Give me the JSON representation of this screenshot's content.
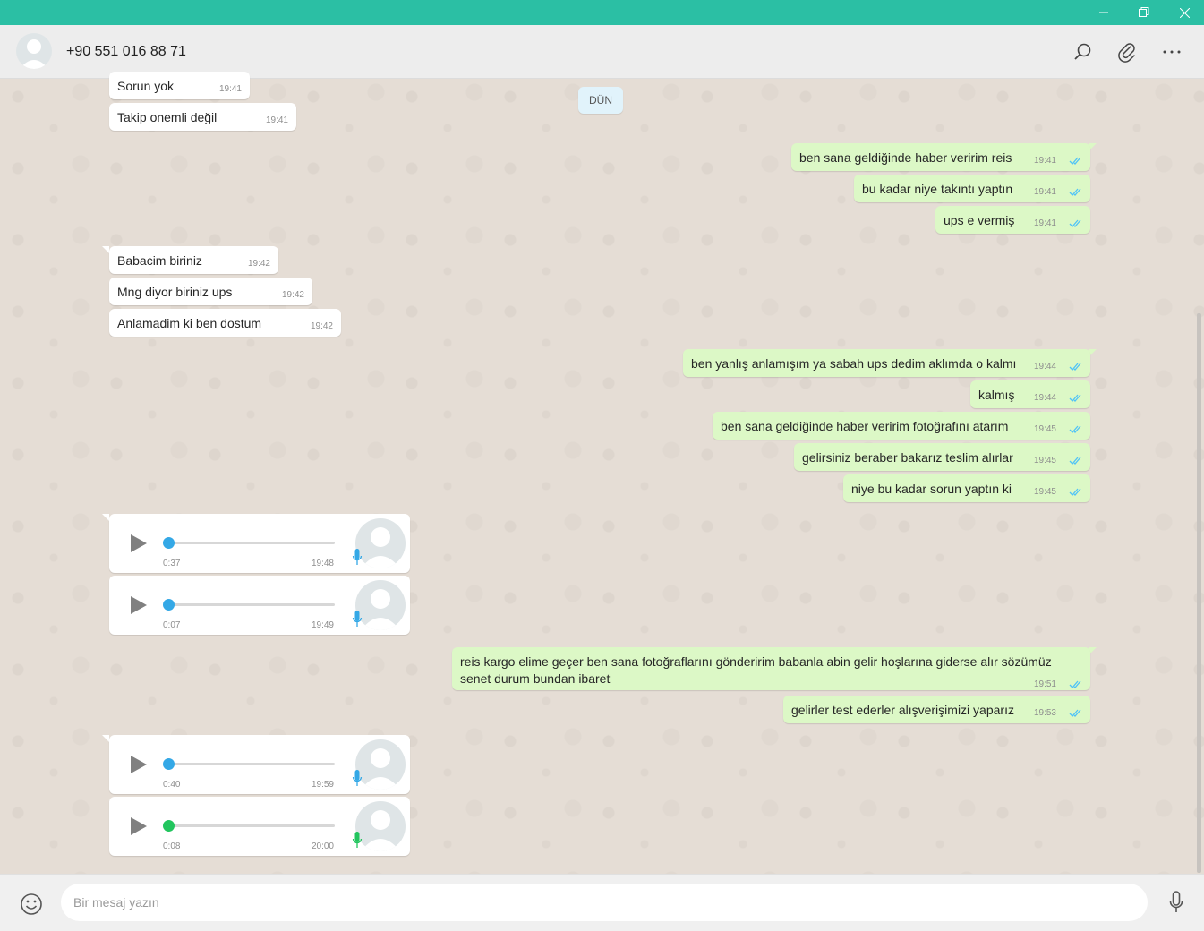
{
  "header": {
    "contact": "+90 551 016 88 71"
  },
  "chat": {
    "date_divider": "DÜN",
    "incoming": [
      {
        "text": "Sorun yok",
        "time": "19:41"
      },
      {
        "text": "Takip onemli değil",
        "time": "19:41"
      },
      {
        "text": "Babacim biriniz",
        "time": "19:42"
      },
      {
        "text": "Mng diyor biriniz ups",
        "time": "19:42"
      },
      {
        "text": "Anlamadim ki ben dostum",
        "time": "19:42"
      }
    ],
    "outgoing": [
      {
        "text": "ben sana geldiğinde haber veririm reis",
        "time": "19:41"
      },
      {
        "text": "bu kadar niye takıntı yaptın",
        "time": "19:41"
      },
      {
        "text": "ups e vermiş",
        "time": "19:41"
      },
      {
        "text": "ben yanlış anlamışım ya sabah ups dedim aklımda o kalmı",
        "time": "19:44"
      },
      {
        "text": "kalmış",
        "time": "19:44"
      },
      {
        "text": "ben sana geldiğinde haber veririm fotoğrafını atarım",
        "time": "19:45"
      },
      {
        "text": "gelirsiniz beraber bakarız teslim alırlar",
        "time": "19:45"
      },
      {
        "text": "niye bu kadar sorun yaptın ki",
        "time": "19:45"
      },
      {
        "text": "reis kargo elime geçer ben sana fotoğraflarını gönderirim babanla abin gelir hoşlarına giderse alır sözümüz senet durum bundan ibaret",
        "time": "19:51"
      },
      {
        "text": "gelirler test ederler alışverişimizi yaparız",
        "time": "19:53"
      }
    ],
    "voice": [
      {
        "duration": "0:37",
        "time": "19:48",
        "progress": 0,
        "played": false
      },
      {
        "duration": "0:07",
        "time": "19:49",
        "progress": 0,
        "played": false
      },
      {
        "duration": "0:40",
        "time": "19:59",
        "progress": 0,
        "played": false
      },
      {
        "duration": "0:08",
        "time": "20:00",
        "progress": 0,
        "played": true
      }
    ]
  },
  "composer": {
    "placeholder": "Bir mesaj yazın"
  },
  "colors": {
    "titlebar": "#2bbfa4",
    "outgoing_bubble": "#dcf8c6",
    "incoming_bubble": "#ffffff",
    "read_ticks": "#4fc3f7",
    "voice_knob": "#34a8e6",
    "voice_knob_played": "#22c55e"
  }
}
